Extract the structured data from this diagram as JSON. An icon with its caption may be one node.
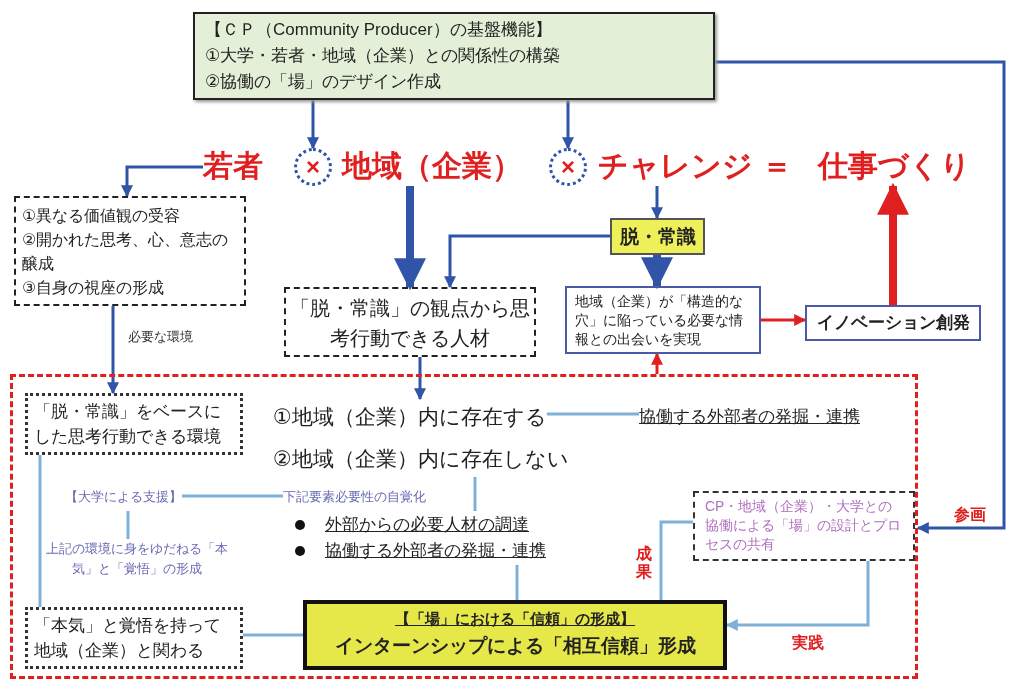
{
  "diagram": {
    "nodes": [
      {
        "text": [
          "【ＣＰ（Community Producer）の基盤機能】",
          "①大学・若者・地域（企業）との関係性の構築",
          "②協働の「場」のデザイン作成"
        ]
      },
      {
        "text": [
          "若者"
        ]
      },
      {
        "text": [
          "×"
        ]
      },
      {
        "text": [
          "地域（企業）"
        ]
      },
      {
        "text": [
          "×"
        ]
      },
      {
        "text": [
          "チャレンジ"
        ]
      },
      {
        "text": [
          "仕事づくり"
        ]
      },
      {
        "text": [
          "①異なる価値観の受容",
          "②開かれた思考、心、意志の醸成",
          "③自身の視座の形成"
        ]
      },
      {
        "text": [
          "脱・常識"
        ]
      },
      {
        "text": [
          "「脱・常識」の観点から思考行動できる人材"
        ]
      },
      {
        "text": [
          "地域（企業）が「構造的な穴」に陥っている必要な情報との出会いを実現"
        ]
      },
      {
        "text": [
          "イノベーション創発"
        ]
      },
      {
        "text": [],
        "shape": "box"
      },
      {
        "text": [
          "「脱・常識」をベースにした思考行動できる環境"
        ],
        "in": 12
      },
      {
        "text": [
          "①地域（企業）内に存在する"
        ],
        "in": 12
      },
      {
        "text": [
          "協働する外部者の発掘・連携"
        ],
        "in": 12
      },
      {
        "text": [
          "②地域（企業）内に存在しない"
        ],
        "in": 12
      },
      {
        "text": [
          "【大学による支援】"
        ],
        "in": 12
      },
      {
        "text": [
          "下記要素必要性の自覚化"
        ],
        "in": 12
      },
      {
        "text": [
          "外部からの必要人材の調達",
          "協働する外部者の発掘・連携"
        ],
        "in": 12
      },
      {
        "text": [
          "上記の環境に身をゆだねる「本気」と「覚悟」の形成"
        ],
        "in": 12
      },
      {
        "text": [
          "CP・地域（企業）・大学との協働による「場」の設計とプロセスの共有"
        ],
        "in": 12
      },
      {
        "text": [
          "「本気」と覚悟を持って地域（企業）と関わる"
        ],
        "in": 12
      },
      {
        "text": [
          "【「場」における「信頼」の形成】",
          "インターンシップによる「相互信頼」形成"
        ],
        "in": 12
      }
    ],
    "edges": [
      {
        "from": 0,
        "to": 2,
        "arrow": "to"
      },
      {
        "from": 0,
        "to": 4,
        "arrow": "to"
      },
      {
        "from": 0,
        "to": 12,
        "arrow": "to",
        "label": "参画"
      },
      {
        "from": 1,
        "to": 7,
        "arrow": "to"
      },
      {
        "from": 3,
        "to": 9,
        "arrow": "to",
        "style": "thick"
      },
      {
        "from": 5,
        "to": 8,
        "arrow": "to"
      },
      {
        "from": 8,
        "to": 9,
        "arrow": "to"
      },
      {
        "from": 8,
        "to": 10,
        "arrow": "to",
        "style": "thick"
      },
      {
        "from": 10,
        "to": 11,
        "arrow": "to",
        "color": "#e02020"
      },
      {
        "from": 11,
        "to": 6,
        "arrow": "to",
        "style": "thick",
        "color": "#e02020"
      },
      {
        "from": 12,
        "to": 10,
        "arrow": "to",
        "color": "#e02020"
      },
      {
        "from": 7,
        "to": 13,
        "arrow": "to",
        "label": "必要な環境"
      },
      {
        "from": 9,
        "to": 14,
        "arrow": "to"
      },
      {
        "from": 14,
        "to": 15,
        "arrow": "none",
        "color": "#7fb0d8"
      },
      {
        "from": 17,
        "to": 18,
        "arrow": "none",
        "color": "#7fb0d8"
      },
      {
        "from": 20,
        "to": 17,
        "arrow": "none",
        "color": "#7fb0d8"
      },
      {
        "from": 13,
        "to": 22,
        "arrow": "none",
        "color": "#7fb0d8"
      },
      {
        "from": 22,
        "to": 23,
        "arrow": "none",
        "color": "#7fb0d8"
      },
      {
        "from": 16,
        "to": 19,
        "arrow": "none",
        "color": "#7fb0d8"
      },
      {
        "from": 19,
        "to": 23,
        "arrow": "none",
        "color": "#7fb0d8"
      },
      {
        "from": 23,
        "to": 21,
        "arrow": "none",
        "color": "#7fb0d8",
        "label": "成果"
      },
      {
        "from": 21,
        "to": 23,
        "arrow": "to",
        "color": "#7fb0d8",
        "label": "実践"
      }
    ],
    "labels": [
      "＝"
    ]
  }
}
